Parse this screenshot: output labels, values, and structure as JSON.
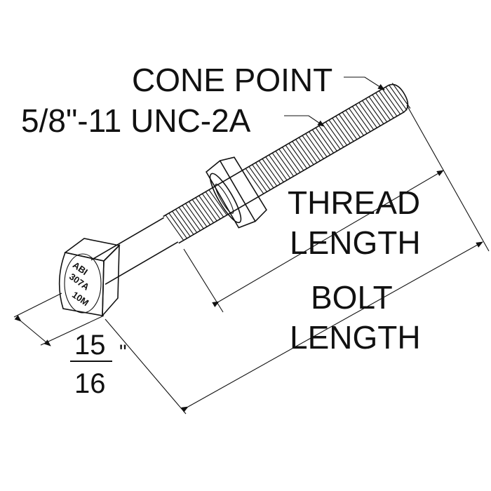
{
  "labels": {
    "cone_point": "CONE POINT",
    "thread_spec": "5/8\"-11 UNC-2A",
    "thread_length_1": "THREAD",
    "thread_length_2": "LENGTH",
    "bolt_length_1": "BOLT",
    "bolt_length_2": "LENGTH"
  },
  "head_dimension": {
    "numerator": "15",
    "denominator": "16",
    "unit": "\""
  },
  "head_stamp": [
    "ABI",
    "307A",
    "10M"
  ]
}
